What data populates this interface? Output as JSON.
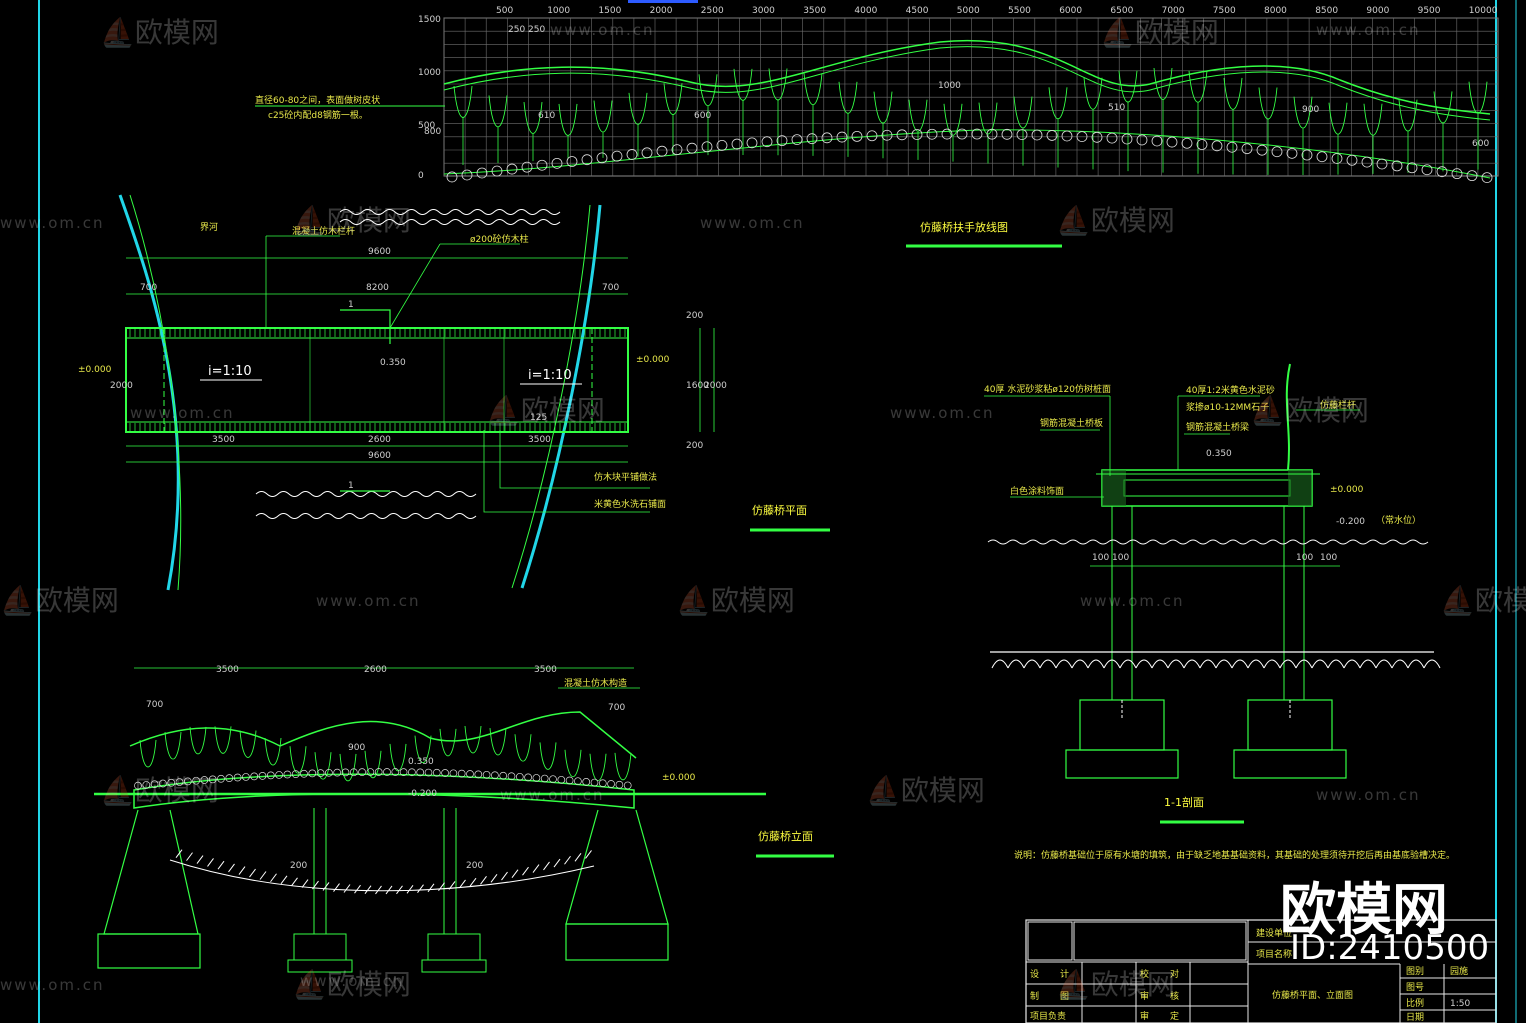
{
  "colors": {
    "background": "#000000",
    "frame_cyan": "#21d6e8",
    "line_green": "#33ff44",
    "grid_gray": "#8a8a8a",
    "text_yellow": "#e8e84a",
    "dim_gray": "#d0d0d0",
    "white": "#ffffff"
  },
  "railing_layout": {
    "x_ticks": [
      "500",
      "1000",
      "1500",
      "2000",
      "2500",
      "3000",
      "3500",
      "4000",
      "4500",
      "5000",
      "5500",
      "6000",
      "6500",
      "7000",
      "7500",
      "8000",
      "8500",
      "9000",
      "9500",
      "10000"
    ],
    "y_ticks": [
      "1500",
      "1000",
      "500",
      "0"
    ],
    "note_line1": "直径60-80之间，表面做树皮状",
    "note_line2": "c25砼内配d8钢筋一根。",
    "dims": [
      "250",
      "250",
      "800",
      "610",
      "600",
      "1000",
      "510",
      "900",
      "600"
    ]
  },
  "plan": {
    "title": "仿藤桥平面",
    "river_label": "界河",
    "callout_railing": "混凝土仿木栏杆",
    "callout_post": "ø200砼仿木柱",
    "callout_surface1": "仿木块平铺做法",
    "callout_surface2": "米黄色水洗石铺面",
    "slope_left": "i=1:10",
    "slope_right": "i=1:10",
    "level_left": "±0.000",
    "level_right": "±0.000",
    "level_mid": "0.350",
    "section_mark_top": "1",
    "section_mark_bottom": "1",
    "dim_total_top": "9600",
    "dim_mid_top": "8200",
    "dim_left_700": "700",
    "dim_right_700": "700",
    "dim_bottom": [
      "3500",
      "2600",
      "3500"
    ],
    "dim_total_bottom": "9600",
    "dim_side": [
      "200",
      "1600",
      "200"
    ],
    "dim_side_total": "2000",
    "dim_left_2000": "2000",
    "dim_125": "125"
  },
  "elevation": {
    "title": "仿藤桥立面",
    "callout": "混凝土仿木构造",
    "dims_top": [
      "3500",
      "2600",
      "3500"
    ],
    "dim_left_700": "700",
    "dim_right_700": "700",
    "dim_900": "900",
    "level_top": "0.350",
    "level_bottom": "-0.200",
    "level_right": "±0.000",
    "dim_200_left": "200",
    "dim_200_right": "200"
  },
  "railing_title": "仿藤桥扶手放线图",
  "section": {
    "title": "1-1剖面",
    "label1": "40厚 水泥砂浆粘ø120仿树桩面",
    "label2": "钢筋混凝土桥板",
    "label3": "白色涂料饰面",
    "label4": "40厚1:2米黄色水泥砂",
    "label5": "浆掺ø10-12MM石子",
    "label6": "钢筋混凝土桥梁",
    "label7": "仿藤栏杆",
    "level_top": "0.350",
    "level_right": "±0.000",
    "level_water": "-0.200",
    "water_label": "（常水位）",
    "dims": [
      "100",
      "100",
      "100",
      "100"
    ]
  },
  "note": "说明：仿藤桥基础位于原有水塘的填筑，由于缺乏地基基础资料，其基础的处理须待开挖后再由基底验槽决定。",
  "title_block": {
    "unit_label": "建设单位",
    "project_label": "项目名称",
    "drawing_name": "仿藤桥平面、立面图",
    "row1": [
      "设",
      "计",
      "校",
      "对"
    ],
    "row2": [
      "制",
      "图",
      "审",
      "核"
    ],
    "row3": [
      "项目负责",
      "",
      "审",
      "定"
    ],
    "right_labels": [
      "图别",
      "图号",
      "比例",
      "日期"
    ],
    "scale": "1:50",
    "sheet": "园施"
  },
  "watermark": {
    "logo_text": "欧模网",
    "url": "www.om.cn",
    "id_text": "ID:2410500"
  }
}
